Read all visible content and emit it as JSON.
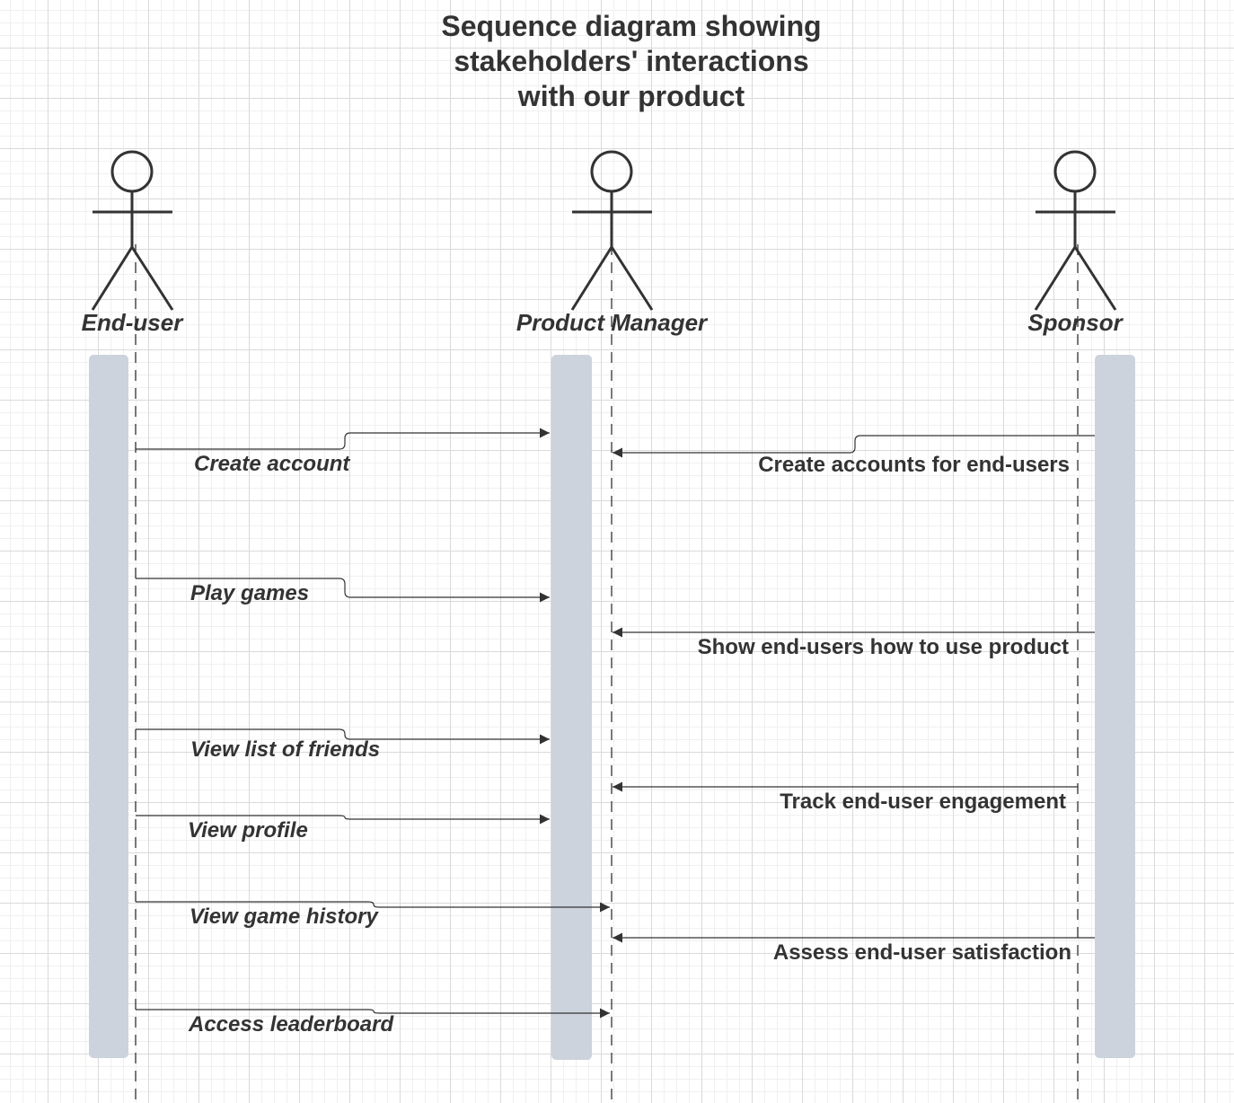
{
  "title": [
    "Sequence diagram showing",
    "stakeholders' interactions",
    "with our product"
  ],
  "actors": {
    "end_user": "End-user",
    "product_manager": "Product Manager",
    "sponsor": "Sponsor"
  },
  "messages": {
    "create_account": "Create account",
    "create_accounts_for_end_users": "Create accounts for end-users",
    "play_games": "Play games",
    "show_end_users_how_to_use_product": "Show end-users how to use product",
    "view_list_of_friends": "View list of friends",
    "track_end_user_engagement": "Track end-user engagement",
    "view_profile": "View profile",
    "view_game_history": "View game history",
    "assess_end_user_satisfaction": "Assess end-user satisfaction",
    "access_leaderboard": "Access leaderboard"
  },
  "colors": {
    "line": "#333333",
    "activation_bar": "#cdd3dc",
    "text": "#333333"
  }
}
